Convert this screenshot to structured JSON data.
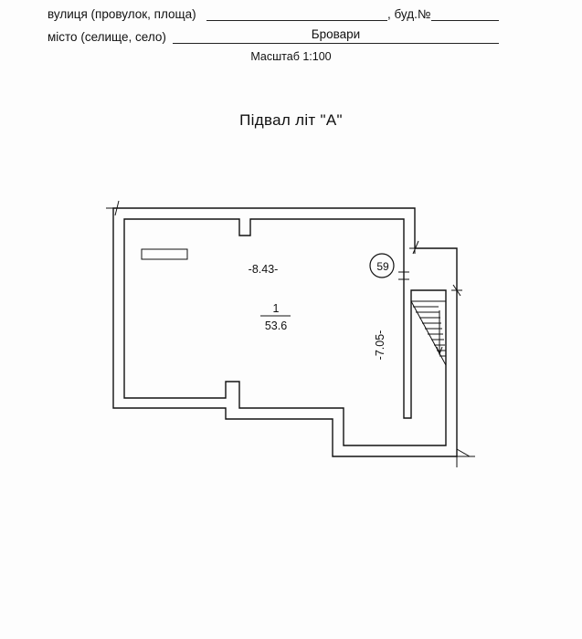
{
  "header": {
    "street_label": "вулиця (провулок, площа)",
    "building_label": ", буд.№",
    "city_label": "місто (селище, село)",
    "city_value": "Бровари",
    "scale": "Масштаб 1:100"
  },
  "plan": {
    "title": "Підвал  літ \"А\"",
    "room_number": "1",
    "room_area": "53.6",
    "width_dim": "-8.43-",
    "length_dim": "-7.05-",
    "marker": "59"
  }
}
